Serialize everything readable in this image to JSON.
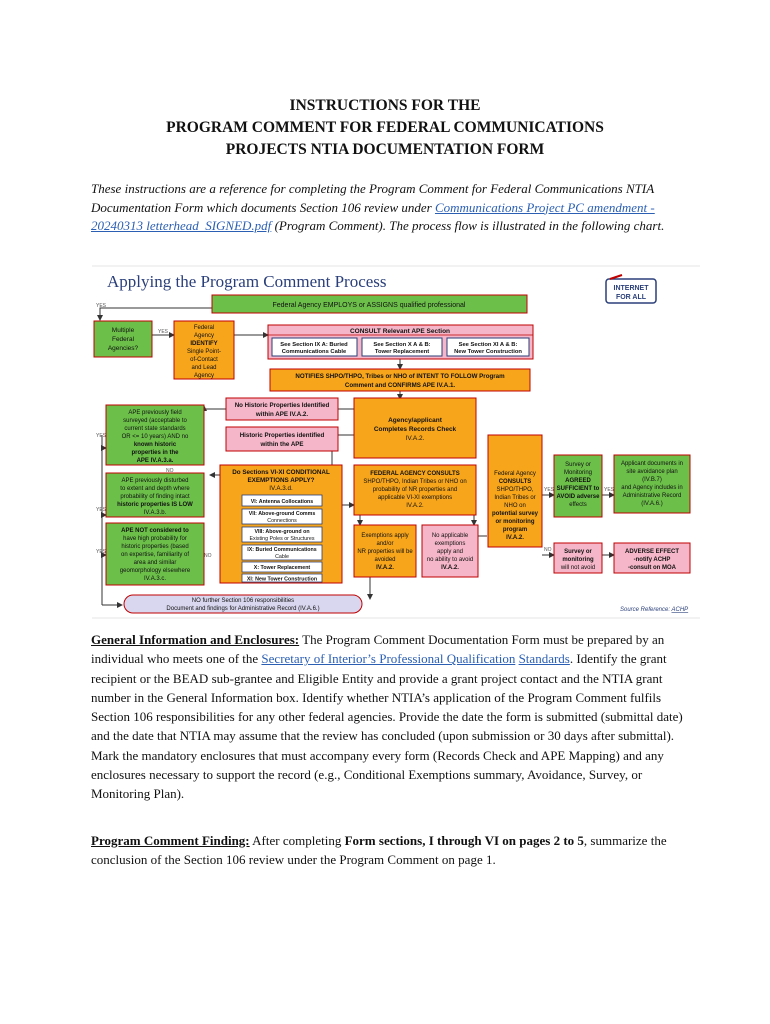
{
  "title": {
    "line1": "INSTRUCTIONS FOR THE",
    "line2": "PROGRAM COMMENT FOR FEDERAL COMMUNICATIONS",
    "line3": "PROJECTS NTIA DOCUMENTATION FORM"
  },
  "intro": {
    "text_before": "These instructions are a reference for completing the Program Comment for Federal Communications NTIA Documentation Form which documents Section 106 review under ",
    "link": "Communications Project PC amendment - 20240313 letterhead_SIGNED.pdf",
    "text_after": " (Program Comment). The process flow is illustrated in the following chart."
  },
  "flowchart": {
    "heading": "Applying the Program Comment Process",
    "logo_line1": "INTERNET",
    "logo_line2": "FOR ALL",
    "top_box": "Federal Agency EMPLOYS or ASSIGNS qualified professional",
    "multiple_agencies": [
      "Multiple",
      "Federal",
      "Agencies?"
    ],
    "identify_box": [
      "Federal",
      "Agency",
      "IDENTIFY",
      "Single Point-",
      "of-Contact",
      "and Lead",
      "Agency"
    ],
    "consult_ape": "CONSULT Relevant APE Section",
    "ape_sections": [
      [
        "See Section IX A: Buried",
        "Communications Cable"
      ],
      [
        "See Section X A & B:",
        "Tower Replacement"
      ],
      [
        "See Section XI A & B:",
        "New Tower Construction"
      ]
    ],
    "notifies": [
      "NOTIFIES SHPO/THPO, Tribes or NHO of INTENT TO FOLLOW Program",
      "Comment  and CONFIRMS APE IV.A.1."
    ],
    "no_historic": [
      "No Historic Properties Identified",
      "within APE IV.A.2."
    ],
    "historic": [
      "Historic Properties identified",
      "within the APE"
    ],
    "records_check": [
      "Agency/applicant",
      "Completes Records Check",
      "IV.A.2."
    ],
    "ape_surveyed": [
      "APE previously field",
      "surveyed (acceptable to",
      "current state standards",
      "OR <= 10 years) AND no",
      "known historic",
      "properties in the",
      "APE IV.A.3.a."
    ],
    "ape_disturbed": [
      "APE previously disturbed",
      "to extent and depth where",
      "probability of finding intact",
      "historic properties IS LOW",
      "IV.A.3.b."
    ],
    "ape_not": [
      "APE NOT considered to",
      "have high probability for",
      "historic properties (based",
      "on expertise, familiarity of",
      "area and similar",
      "geomorphology elsewhere",
      "IV.A.3.c."
    ],
    "conditional": [
      "Do Sections VI-XI CONDITIONAL",
      "EXEMPTIONS APPLY?",
      "IV.A.3.d."
    ],
    "exemptions": [
      "VI: Antenna Collocations",
      "VII: Above-ground Comms|Connections",
      "VIII: Above-ground on|Existing Poles or Structures",
      "IX: Buried Communications|Cable",
      "X: Tower Replacement",
      "XI: New Tower Construction"
    ],
    "fed_consults": [
      "FEDERAL AGENCY CONSULTS",
      "SHPO/THPO, Indian Tribes or NHO on",
      "probability of NR properties and",
      "applicable VI-XI exemptions",
      "IV.A.2."
    ],
    "exemptions_apply": [
      "Exemptions apply",
      "and/or",
      "NR properties will be",
      "avoided",
      "IV.A.2."
    ],
    "no_exemptions": [
      "No applicable",
      "exemptions",
      "apply and",
      "no ability to avoid",
      "IV.A.2."
    ],
    "fed_survey": [
      "Federal Agency",
      "CONSULTS",
      "SHPO/THPO,",
      "Indian Tribes or",
      "NHO on",
      "potential survey",
      "or monitoring",
      "program",
      "IV.A.2."
    ],
    "survey_agreed": [
      "Survey or",
      "Monitoring",
      "AGREED",
      "SUFFICIENT to",
      "AVOID adverse",
      "effects"
    ],
    "applicant_docs": [
      "Applicant documents in",
      "site avoidance plan",
      "(IV.B.7)",
      "and Agency includes in",
      "Administrative Record",
      "(IV.A.6.)"
    ],
    "survey_void": [
      "Survey or",
      "monitoring",
      "will not avoid"
    ],
    "adverse": [
      "ADVERSE EFFECT",
      "-notify ACHP",
      "-consult on MOA"
    ],
    "no_further": [
      "NO further Section 106 responsibilities",
      "Document and findings for Administrative Record (IV.A.6.)"
    ],
    "yes": "YES",
    "no": "NO",
    "source_label": "Source Reference: ",
    "source_link": "ACHP"
  },
  "general": {
    "heading": "General Information and Enclosures:",
    "text1": " The Program Comment Documentation Form must be prepared by an individual who meets one of the ",
    "link1": "Secretary of Interior’s Professional Qualification",
    "link2": "Standards",
    "text2": ". Identify the grant recipient or the BEAD sub-grantee and Eligible Entity and provide a grant project contact and the NTIA grant number in the General Information box. Identify whether NTIA’s application of the Program Comment fulfils Section 106 responsibilities for any other federal agencies. Provide the date the form is submitted (submittal date) and the date that NTIA may assume that the review has concluded (upon submission or 30 days after submittal).  Mark the mandatory enclosures that must accompany every form (Records Check and APE Mapping) and any enclosures necessary to support the record (e.g., Conditional Exemptions summary, Avoidance, Survey, or Monitoring Plan)."
  },
  "finding": {
    "heading": "Program Comment Finding:",
    "text1": " After completing ",
    "bold": "Form sections, I through VI on pages 2 to 5",
    "text2": ", summarize the conclusion of the Section 106 review under the Program Comment on page 1."
  },
  "colors": {
    "green": "#6cc04a",
    "orange": "#f7a51b",
    "red": "#c00000",
    "pink": "#f4b6c8",
    "blue_header": "#2a3f7a",
    "link": "#2b5fb3"
  }
}
